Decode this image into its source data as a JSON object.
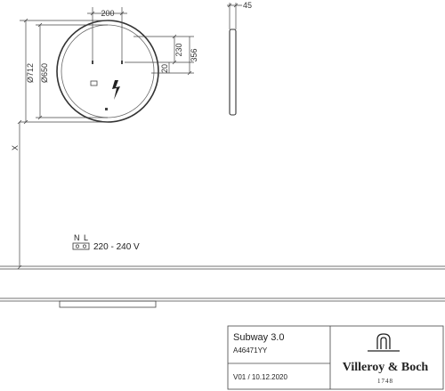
{
  "dimensions": {
    "outer_diameter": "Ø712",
    "inner_diameter": "Ø650",
    "width_200": "200",
    "height_230": "230",
    "height_356": "356",
    "gap_20": "20",
    "depth_45": "45",
    "x_label": "X"
  },
  "electrical": {
    "n_label": "N",
    "l_label": "L",
    "voltage": "220 - 240 V"
  },
  "title_block": {
    "product_name": "Subway 3.0",
    "article_number": "A46471YY",
    "version": "V01 / 10.12.2020",
    "brand_name": "Villeroy & Boch",
    "brand_year": "1748"
  }
}
